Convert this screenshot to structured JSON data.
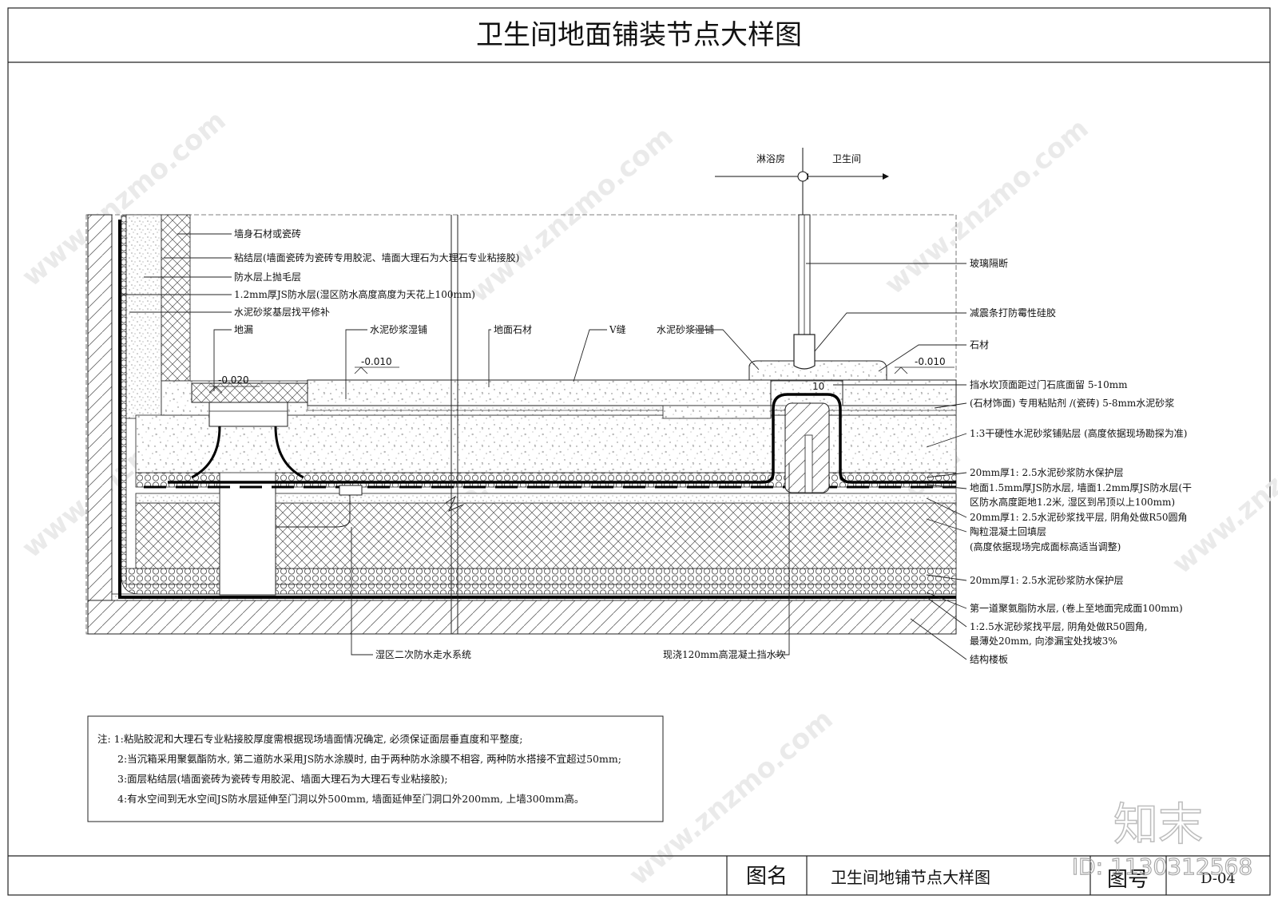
{
  "title": "卫生间地面铺装节点大样图",
  "direction": {
    "left": "淋浴房",
    "right": "卫生间"
  },
  "levels": {
    "floor_left": "-0.010",
    "floor_right": "-0.010",
    "drain": "-0.020",
    "curb_gap": "10"
  },
  "wall_labels": [
    "墙身石材或瓷砖",
    "粘结层(墙面瓷砖为瓷砖专用胶泥、墙面大理石为大理石专业粘接胶)",
    "防水层上抛毛层",
    "1.2mm厚JS防水层(湿区防水高度高度为天花上100mm)",
    "水泥砂浆基层找平修补"
  ],
  "top_labels": {
    "drain": "地漏",
    "mortar_left": "水泥砂浆湿铺",
    "floor_stone": "地面石材",
    "v_joint": "V缝",
    "mortar_right": "水泥砂浆湿铺"
  },
  "right_labels": [
    "玻璃隔断",
    "减震条打防霉性硅胶",
    "石材",
    "挡水坎顶面距过门石底面留 5-10mm",
    "(石材饰面) 专用粘贴剂 /(瓷砖) 5-8mm水泥砂浆",
    "1:3干硬性水泥砂浆铺贴层 (高度依据现场勘探为准)",
    "20mm厚1: 2.5水泥砂浆防水保护层",
    "地面1.5mm厚JS防水层, 墙面1.2mm厚JS防水层(干",
    "区防水高度距地1.2米, 湿区到吊顶以上100mm)",
    "20mm厚1: 2.5水泥砂浆找平层, 阴角处做R50圆角",
    "陶粒混凝土回填层",
    "(高度依据现场完成面标高适当调整)",
    "20mm厚1: 2.5水泥砂浆防水保护层",
    "第一道聚氨脂防水层, (卷上至地面完成面100mm)",
    "1:2.5水泥砂浆找平层, 阴角处做R50圆角,",
    "最薄处20mm, 向渗漏宝处找坡3%",
    "结构楼板"
  ],
  "bottom_labels": {
    "secondary_drain": "湿区二次防水走水系统",
    "curb": "现浇120mm高混凝土挡水坎"
  },
  "notes": [
    "注: 1:粘贴胶泥和大理石专业粘接胶厚度需根据现场墙面情况确定, 必须保证面层垂直度和平整度;",
    "2:当沉箱采用聚氨酯防水, 第二道防水采用JS防水涂膜时, 由于两种防水涂膜不相容, 两种防水搭接不宜超过50mm;",
    "3:面层粘结层(墙面瓷砖为瓷砖专用胶泥、墙面大理石为大理石专业粘接胶);",
    "4:有水空间到无水空间JS防水层延伸至门洞以外500mm, 墙面延伸至门洞口外200mm, 上墙300mm高。"
  ],
  "title_block": {
    "name_label": "图名",
    "name_value": "卫生间地铺节点大样图",
    "number_label": "图号",
    "number_value": "D-04"
  },
  "watermark": {
    "brand": "知末",
    "id": "ID: 1130312568",
    "site": "www.znzmo.com"
  }
}
